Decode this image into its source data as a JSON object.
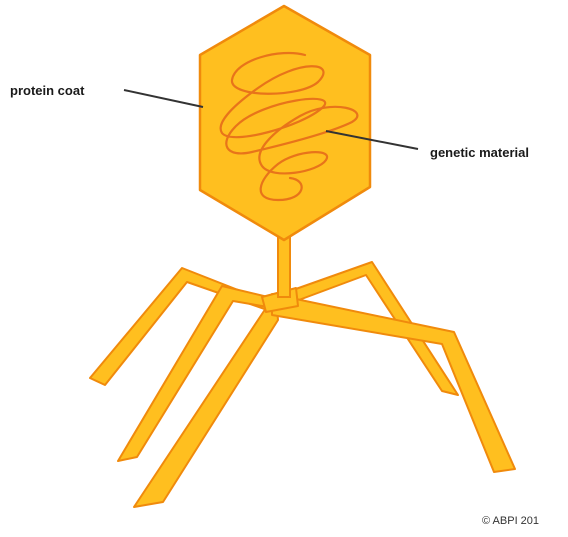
{
  "labels": {
    "protein_coat": "protein coat",
    "genetic_material": "genetic material"
  },
  "copyright": "© ABPI 201",
  "colors": {
    "fill": "#ffbf1f",
    "stroke": "#f08a0c",
    "leader_line": "#333333"
  }
}
